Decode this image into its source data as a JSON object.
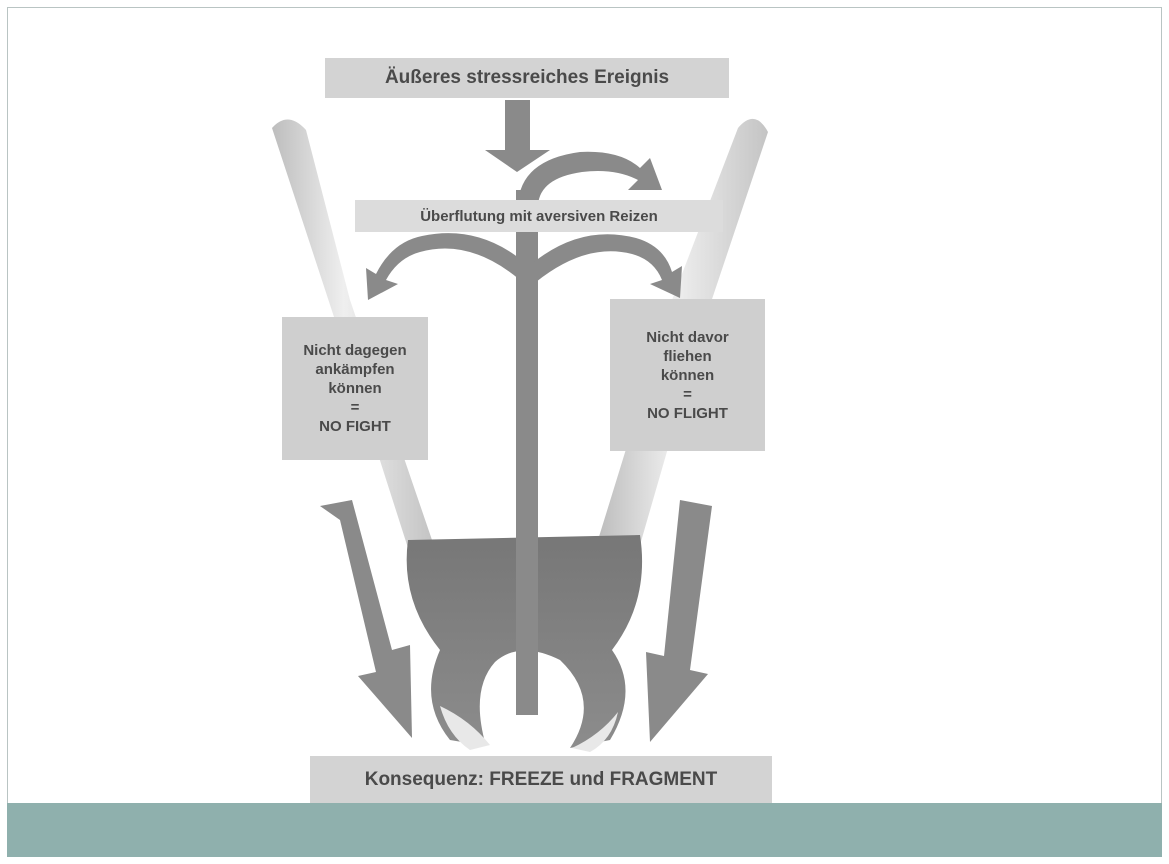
{
  "diagram": {
    "top_event": "Äußeres stressreiches Ereignis",
    "flood": "Überflutung mit aversiven Reizen",
    "left_box": {
      "lines": [
        "Nicht dagegen",
        "ankämpfen",
        "können",
        "=",
        "NO FIGHT"
      ]
    },
    "right_box": {
      "lines": [
        "Nicht davor",
        "fliehen",
        "können",
        "=",
        "NO FLIGHT"
      ]
    },
    "consequence": "Konsequenz: FREEZE und FRAGMENT"
  },
  "colors": {
    "footer": "#8fb0ad",
    "arrow": "#8a8a8a",
    "plier_handle": "#d9d9d9",
    "plier_jaw": "#7d7d7d",
    "box": "#cfcfcf",
    "text": "#4a4a4a"
  }
}
